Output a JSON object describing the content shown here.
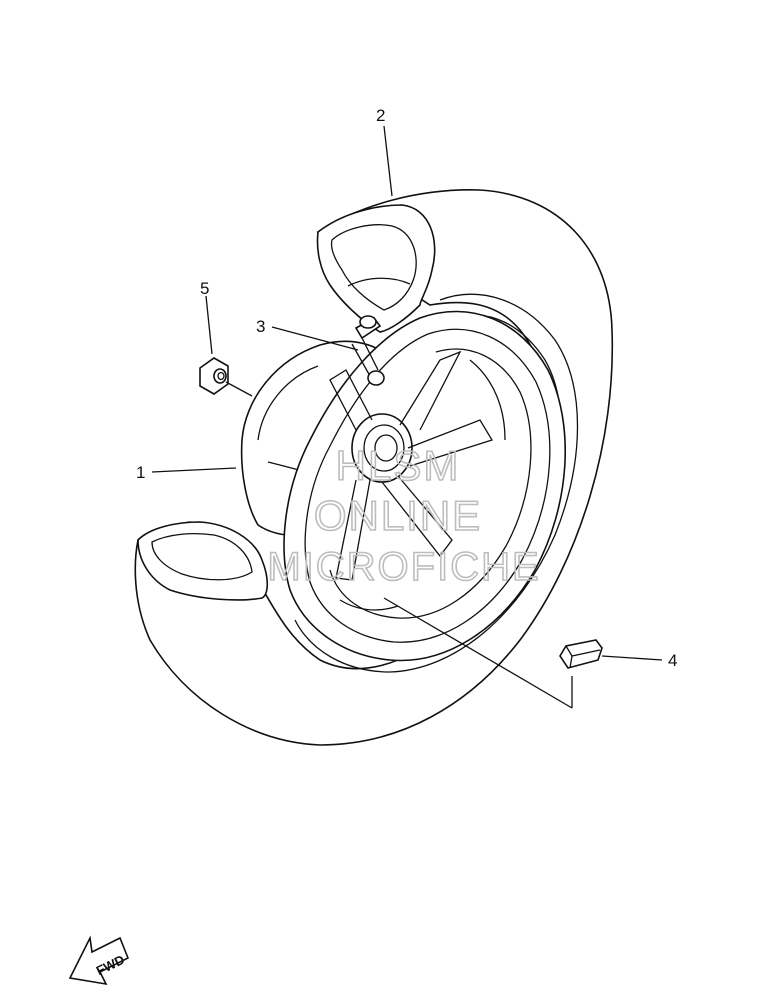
{
  "callouts": [
    {
      "id": "1",
      "label": "1"
    },
    {
      "id": "2",
      "label": "2"
    },
    {
      "id": "3",
      "label": "3"
    },
    {
      "id": "4",
      "label": "4"
    },
    {
      "id": "5",
      "label": "5"
    }
  ],
  "watermark": {
    "line1": "HLSM",
    "line2": "ONLINE",
    "line3": "MICROFICHE"
  },
  "direction_arrow": {
    "label": "FWD",
    "icon": "forward-arrow-icon"
  }
}
